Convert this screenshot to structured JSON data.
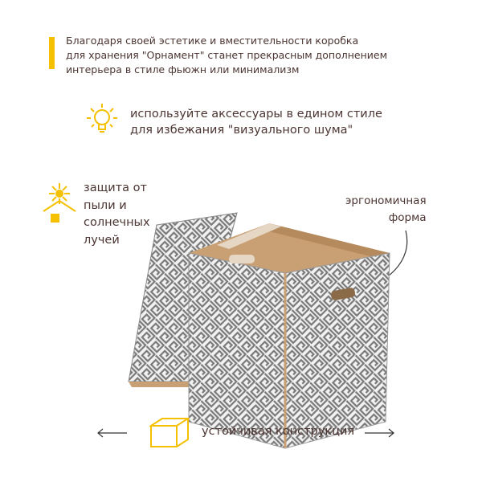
{
  "intro": {
    "lines": [
      "Благодаря своей эстетике и вместительности коробка",
      "для хранения \"Орнамент\" станет прекрасным дополнением",
      "интерьера в стиле фьюжн или минимализм"
    ]
  },
  "tip": {
    "icon": "lightbulb-icon",
    "lines": [
      "используйте аксессуары в едином стиле",
      "для избежания \"визуального шума\""
    ]
  },
  "protection": {
    "icon": "sun-house-icon",
    "lines": [
      "защита от",
      "пыли и",
      "солнечных",
      "лучей"
    ]
  },
  "handle": {
    "lines": [
      "эргономичная",
      "форма"
    ]
  },
  "construction": {
    "icon": "box-icon",
    "label": "устойчивая конструкция"
  },
  "colors": {
    "accent": "#f5c000",
    "text": "#4b3532",
    "pattern": "#7a7a7a",
    "cardboard": "#c9a074"
  }
}
